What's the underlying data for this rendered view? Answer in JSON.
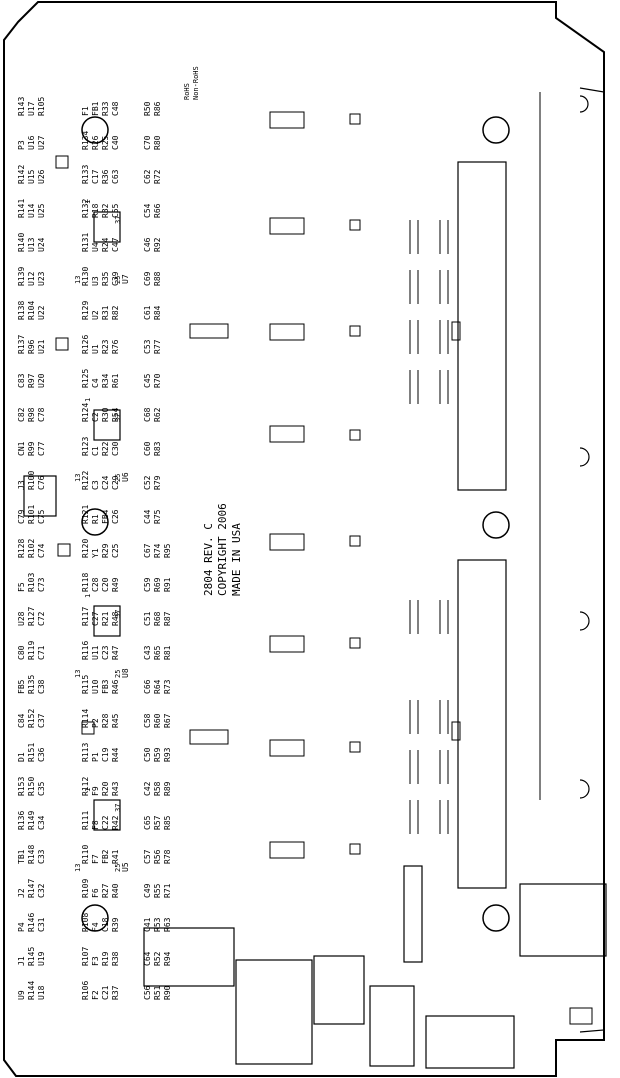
{
  "board": {
    "info_lines": [
      "2804 REV. C",
      "COPYRIGHT 2006",
      "MADE IN USA"
    ],
    "rohs_lines": [
      "RoHS",
      "Non-RoHS"
    ]
  },
  "chips": [
    {
      "ref": "U5",
      "pins": [
        "13",
        "25",
        "37",
        "1"
      ]
    },
    {
      "ref": "U8",
      "pins": [
        "13",
        "25",
        "37",
        "1"
      ]
    },
    {
      "ref": "U6",
      "pins": [
        "13",
        "25",
        "37",
        "1"
      ]
    },
    {
      "ref": "U7",
      "pins": [
        "13",
        "25",
        "37",
        "1"
      ]
    }
  ],
  "rotated_labels": [
    "U9",
    "J1",
    "P4",
    "J2",
    "TB1",
    "R136",
    "R153",
    "D1",
    "C84",
    "FB5",
    "C80",
    "U28",
    "F5",
    "R128",
    "C79",
    "J3",
    "CN1",
    "C82",
    "C83",
    "R137",
    "R138",
    "R139",
    "R140",
    "R141",
    "R142",
    "P3",
    "R143",
    "R144",
    "R145",
    "R146",
    "R147",
    "R148",
    "R149",
    "R150",
    "R151",
    "R152",
    "R135",
    "R119",
    "R127",
    "R103",
    "R102",
    "R101",
    "R100",
    "R99",
    "R98",
    "R97",
    "R96",
    "R104",
    "U12",
    "U13",
    "U14",
    "U15",
    "U16",
    "U17",
    "U18",
    "U19",
    "C31",
    "C32",
    "C33",
    "C34",
    "C35",
    "C36",
    "C37",
    "C38",
    "C71",
    "C72",
    "C73",
    "C74",
    "C75",
    "C76",
    "C77",
    "C78",
    "U20",
    "U21",
    "U22",
    "U23",
    "U24",
    "U25",
    "U26",
    "U27",
    "R105",
    "R106",
    "R107",
    "R108",
    "R109",
    "R110",
    "R111",
    "R112",
    "R113",
    "R114",
    "R115",
    "R116",
    "R117",
    "R118",
    "R120",
    "R121",
    "R122",
    "R123",
    "R124",
    "R125",
    "R126",
    "R129",
    "R130",
    "R131",
    "R132",
    "R133",
    "R134",
    "F1",
    "F2",
    "F3",
    "F4",
    "F6",
    "F7",
    "F8",
    "F9",
    "P1",
    "P2",
    "U10",
    "U11",
    "C27",
    "C28",
    "Y1",
    "R1",
    "C3",
    "C1",
    "C2",
    "C4",
    "U1",
    "U2",
    "U3",
    "U4",
    "R18",
    "C17",
    "R26",
    "FB1",
    "C21",
    "R19",
    "C18",
    "R27",
    "FB2",
    "C22",
    "R20",
    "C19",
    "R28",
    "FB3",
    "C23",
    "R21",
    "C20",
    "R29",
    "FB4",
    "C24",
    "R22",
    "R30",
    "R34",
    "R23",
    "R31",
    "R35",
    "R24",
    "R32",
    "R36",
    "R25",
    "R33",
    "R37",
    "R38",
    "R39",
    "R40",
    "R41",
    "R42",
    "R43",
    "R44",
    "R45",
    "R46",
    "R47",
    "R48",
    "R49",
    "C25",
    "C26",
    "C29",
    "C30",
    "R54",
    "R61",
    "R76",
    "R82",
    "C39",
    "C47",
    "C55",
    "C63",
    "C40",
    "C48",
    "C56",
    "C64",
    "C41",
    "C49",
    "C57",
    "C65",
    "C42",
    "C50",
    "C58",
    "C66",
    "C43",
    "C51",
    "C59",
    "C67",
    "C44",
    "C52",
    "C60",
    "C68",
    "C45",
    "C53",
    "C61",
    "C69",
    "C46",
    "C54",
    "C62",
    "C70",
    "R50",
    "R51",
    "R52",
    "R53",
    "R55",
    "R56",
    "R57",
    "R58",
    "R59",
    "R60",
    "R64",
    "R65",
    "R68",
    "R69",
    "R74",
    "R75",
    "R79",
    "R83",
    "R62",
    "R70",
    "R77",
    "R84",
    "R88",
    "R92",
    "R66",
    "R72",
    "R80",
    "R86",
    "R90",
    "R94",
    "R63",
    "R71",
    "R78",
    "R85",
    "R89",
    "R93",
    "R67",
    "R73",
    "R81",
    "R87",
    "R91",
    "R95"
  ]
}
